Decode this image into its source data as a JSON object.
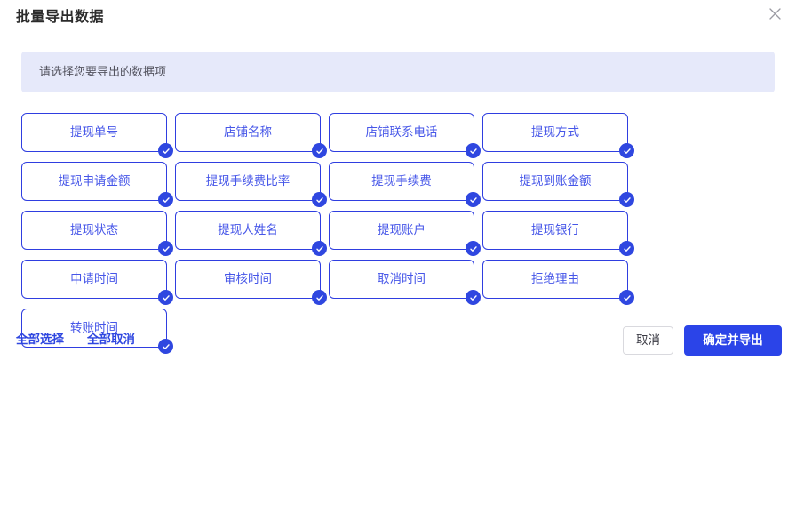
{
  "dialog": {
    "title": "批量导出数据",
    "close_icon": "close-icon",
    "hint": "请选择您要导出的数据项"
  },
  "fields": [
    {
      "label": "提现单号",
      "checked": true
    },
    {
      "label": "店铺名称",
      "checked": true
    },
    {
      "label": "店铺联系电话",
      "checked": true
    },
    {
      "label": "提现方式",
      "checked": true
    },
    {
      "label": "提现申请金额",
      "checked": true
    },
    {
      "label": "提现手续费比率",
      "checked": true
    },
    {
      "label": "提现手续费",
      "checked": true
    },
    {
      "label": "提现到账金额",
      "checked": true
    },
    {
      "label": "提现状态",
      "checked": true
    },
    {
      "label": "提现人姓名",
      "checked": true
    },
    {
      "label": "提现账户",
      "checked": true
    },
    {
      "label": "提现银行",
      "checked": true
    },
    {
      "label": "申请时间",
      "checked": true
    },
    {
      "label": "审核时间",
      "checked": true
    },
    {
      "label": "取消时间",
      "checked": true
    },
    {
      "label": "拒绝理由",
      "checked": true
    },
    {
      "label": "转账时间",
      "checked": true
    }
  ],
  "footer": {
    "select_all_label": "全部选择",
    "deselect_all_label": "全部取消",
    "cancel_label": "取消",
    "confirm_label": "确定并导出"
  },
  "colors": {
    "primary": "#2b44e8",
    "card_border": "#2f3ee0",
    "card_text": "#4656e8",
    "badge": "#2f47e0",
    "hint_bg": "#e6e9fa",
    "hint_text": "#52525e",
    "cancel_border": "#d9d9de"
  }
}
